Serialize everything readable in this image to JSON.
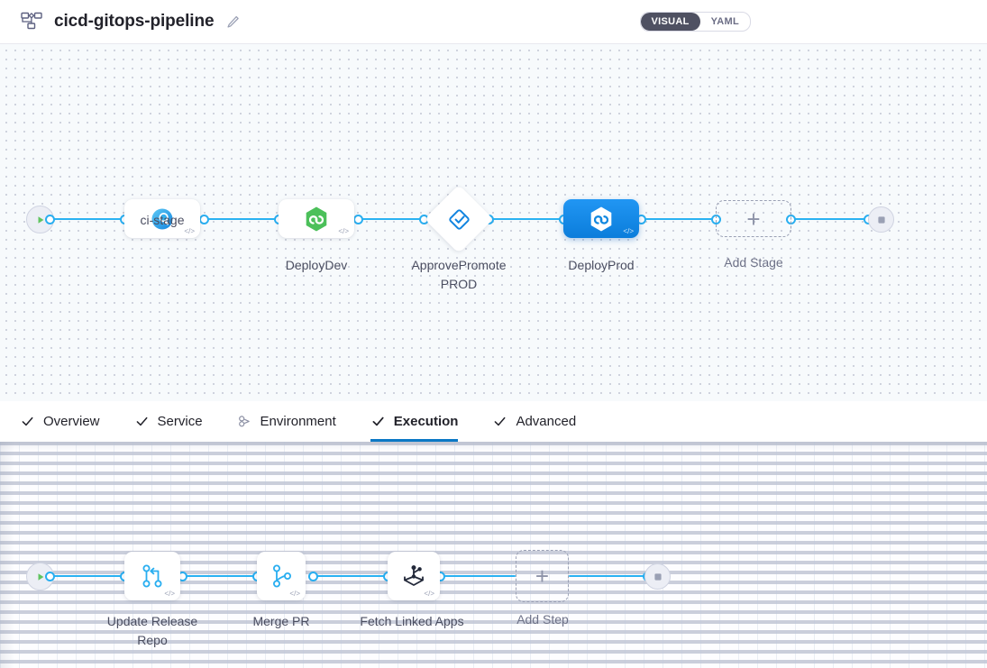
{
  "header": {
    "icon": "pipeline-icon",
    "title": "cicd-gitops-pipeline",
    "edit_icon": "pencil-icon",
    "view_toggle": {
      "options": [
        "VISUAL",
        "YAML"
      ],
      "selected": "VISUAL",
      "visual_label": "VISUAL",
      "yaml_label": "YAML"
    }
  },
  "tabs": [
    {
      "label": "Overview",
      "icon": "check-icon",
      "active": false
    },
    {
      "label": "Service",
      "icon": "check-icon",
      "active": false
    },
    {
      "label": "Environment",
      "icon": "infrastructure-icon",
      "active": false
    },
    {
      "label": "Execution",
      "icon": "check-icon",
      "active": true
    },
    {
      "label": "Advanced",
      "icon": "check-icon",
      "active": false
    }
  ],
  "pipeline": {
    "start_icon": "play-icon",
    "stop_icon": "stop-icon",
    "stages": [
      {
        "name": "ci-stage",
        "icon": "ci-build-icon",
        "badge": "</>",
        "selected": false
      },
      {
        "name": "DeployDev",
        "icon": "gitops-hex-icon",
        "badge": "</>",
        "selected": false
      },
      {
        "name": "ApprovePromotePROD",
        "icon": "approval-icon",
        "badge": "",
        "selected": false,
        "shape": "diamond"
      },
      {
        "name": "DeployProd",
        "icon": "gitops-hex-icon",
        "badge": "</>",
        "selected": true
      }
    ],
    "add_stage": {
      "label": "Add Stage",
      "icon": "plus-icon"
    }
  },
  "execution": {
    "start_icon": "play-icon",
    "stop_icon": "stop-icon",
    "steps": [
      {
        "name": "Update Release Repo",
        "icon": "git-merge-icon",
        "badge": "</>"
      },
      {
        "name": "Merge PR",
        "icon": "git-branch-icon",
        "badge": "</>"
      },
      {
        "name": "Fetch Linked Apps",
        "icon": "harness-cube-icon",
        "badge": "</>"
      }
    ],
    "add_step": {
      "label": "Add Step",
      "icon": "plus-icon"
    }
  },
  "colors": {
    "accent_blue": "#0b78c5",
    "link_blue": "#2ab2f2",
    "selected_node": "#1288e0",
    "gitops_green": "#4cc05a",
    "canvas": "#f7fafc",
    "toggle_active": "#4f5162"
  }
}
